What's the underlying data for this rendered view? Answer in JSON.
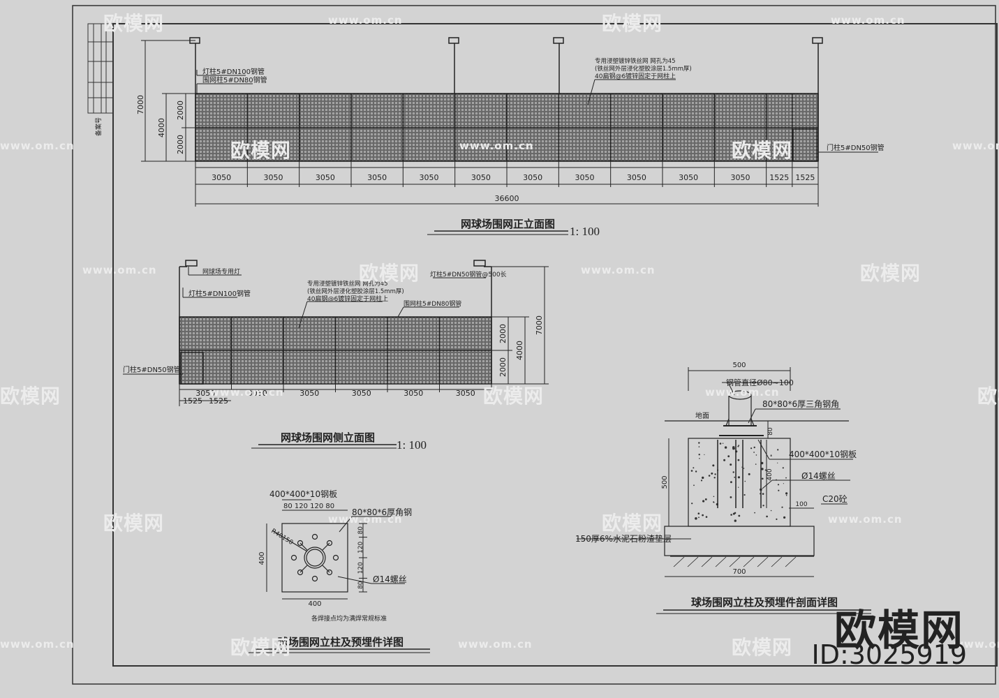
{
  "front": {
    "title": "网球场围网正立面图",
    "scale": "1: 100",
    "spans": [
      "3050",
      "3050",
      "3050",
      "3050",
      "3050",
      "3050",
      "3050",
      "3050",
      "3050",
      "3050",
      "3050",
      "1525",
      "1525"
    ],
    "total": "36600",
    "dim_7000": "7000",
    "dim_4000": "4000",
    "dim_2000a": "2000",
    "dim_2000b": "2000",
    "note_light_pole": "灯柱5#DN100钢管",
    "note_fence_post": "围网柱5#DN80钢管",
    "note_mesh_1": "专用浸塑镀锌铁丝网 网孔为45",
    "note_mesh_2": "(铁丝网外层浸化塑胶涂层1.5mm厚)",
    "note_mesh_3": "40扁钢@6镀锌固定于网柱上",
    "note_door_post": "门柱5#DN50钢管"
  },
  "side": {
    "title": "网球场围网侧立面图",
    "scale": "1: 100",
    "note_lamp": "网球场专用灯",
    "note_light_pole": "灯柱5#DN100钢管",
    "note_light_pole_r": "灯柱5#DN50钢管@500长",
    "note_mesh_1": "专用浸塑镀锌铁丝网 网孔为45",
    "note_mesh_2": "(铁丝网外层浸化塑胶涂层1.5mm厚)",
    "note_mesh_3": "40扁钢@6镀锌固定于网柱上",
    "note_fence_post": "围网柱5#DN80钢管",
    "note_door_post": "门柱5#DN50钢管",
    "spans": [
      "3050",
      "3050",
      "3050",
      "3050",
      "3050",
      "3050"
    ],
    "sub_spans": [
      "1525",
      "1525"
    ],
    "dim_7000": "7000",
    "dim_4000": "4000",
    "dim_2000a": "2000",
    "dim_2000b": "2000"
  },
  "plate": {
    "title": "球场围网立柱及预埋件详图",
    "plate_label": "400*400*10钢板",
    "top_dims": "80  120  120  80",
    "angle_label": "80*80*6厚角钢",
    "radius_label": "R40150",
    "dim_400_left": "400",
    "dim_400_bottom": "400",
    "right_dims": [
      "80",
      "120",
      "120",
      "80"
    ],
    "bolt_label": "Ø14螺丝",
    "weld_note": "各焊接点均为满焊常规标准"
  },
  "section": {
    "title": "球场围网立柱及预埋件剖面详图",
    "dim_500_top": "500",
    "pipe_label": "钢管直径Ø80~100",
    "angle_label": "80*80*6厚三角钢角",
    "ground_label": "地面",
    "dim_80": "80",
    "plate_label": "400*400*10钢板",
    "dim_500_left": "500",
    "dim_400": "400",
    "bolt_label": "Ø14螺丝",
    "concrete_label": "C20砼",
    "dim_100": "100",
    "base_label": "150厚6%水泥石粉渣垫层",
    "dim_700": "700"
  },
  "title_block": {
    "label": "备案号"
  },
  "watermark": {
    "brand": "欧模网",
    "url": "www.om.cn",
    "url_alt": "www.om.cn",
    "id": "ID:3025919"
  },
  "colors": {
    "background": "#d3d3d3",
    "line": "#222222",
    "mesh": "#b2b2b2",
    "watermark": "#ececec"
  }
}
